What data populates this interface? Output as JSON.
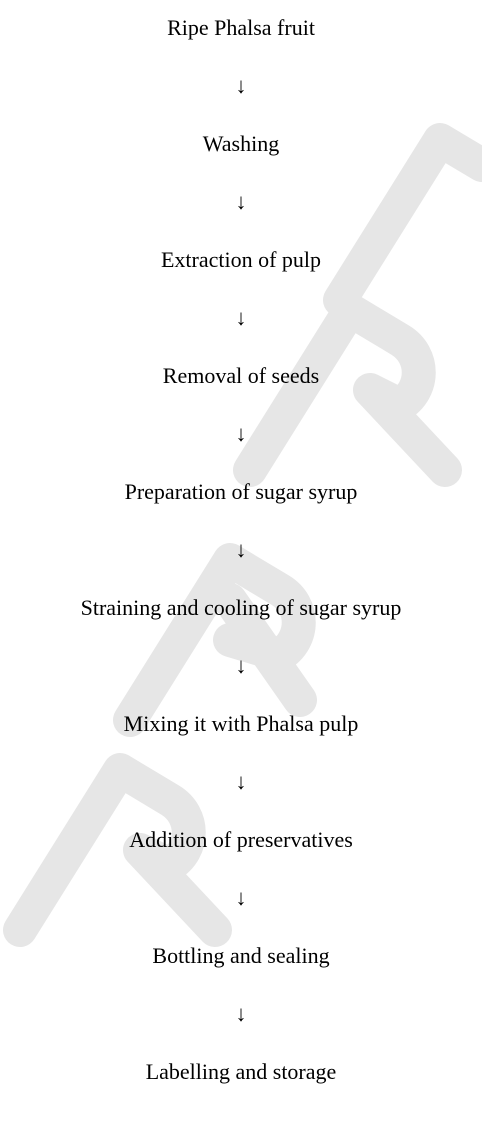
{
  "flowchart": {
    "steps": [
      "Ripe Phalsa fruit",
      "Washing",
      "Extraction of pulp",
      "Removal of seeds",
      "Preparation of sugar syrup",
      "Straining and cooling of sugar syrup",
      "Mixing it with Phalsa pulp",
      "Addition of preservatives",
      "Bottling and sealing",
      "Labelling and storage"
    ],
    "arrow_glyph": "↓"
  },
  "watermark": {
    "color": "#e6e6e6"
  }
}
